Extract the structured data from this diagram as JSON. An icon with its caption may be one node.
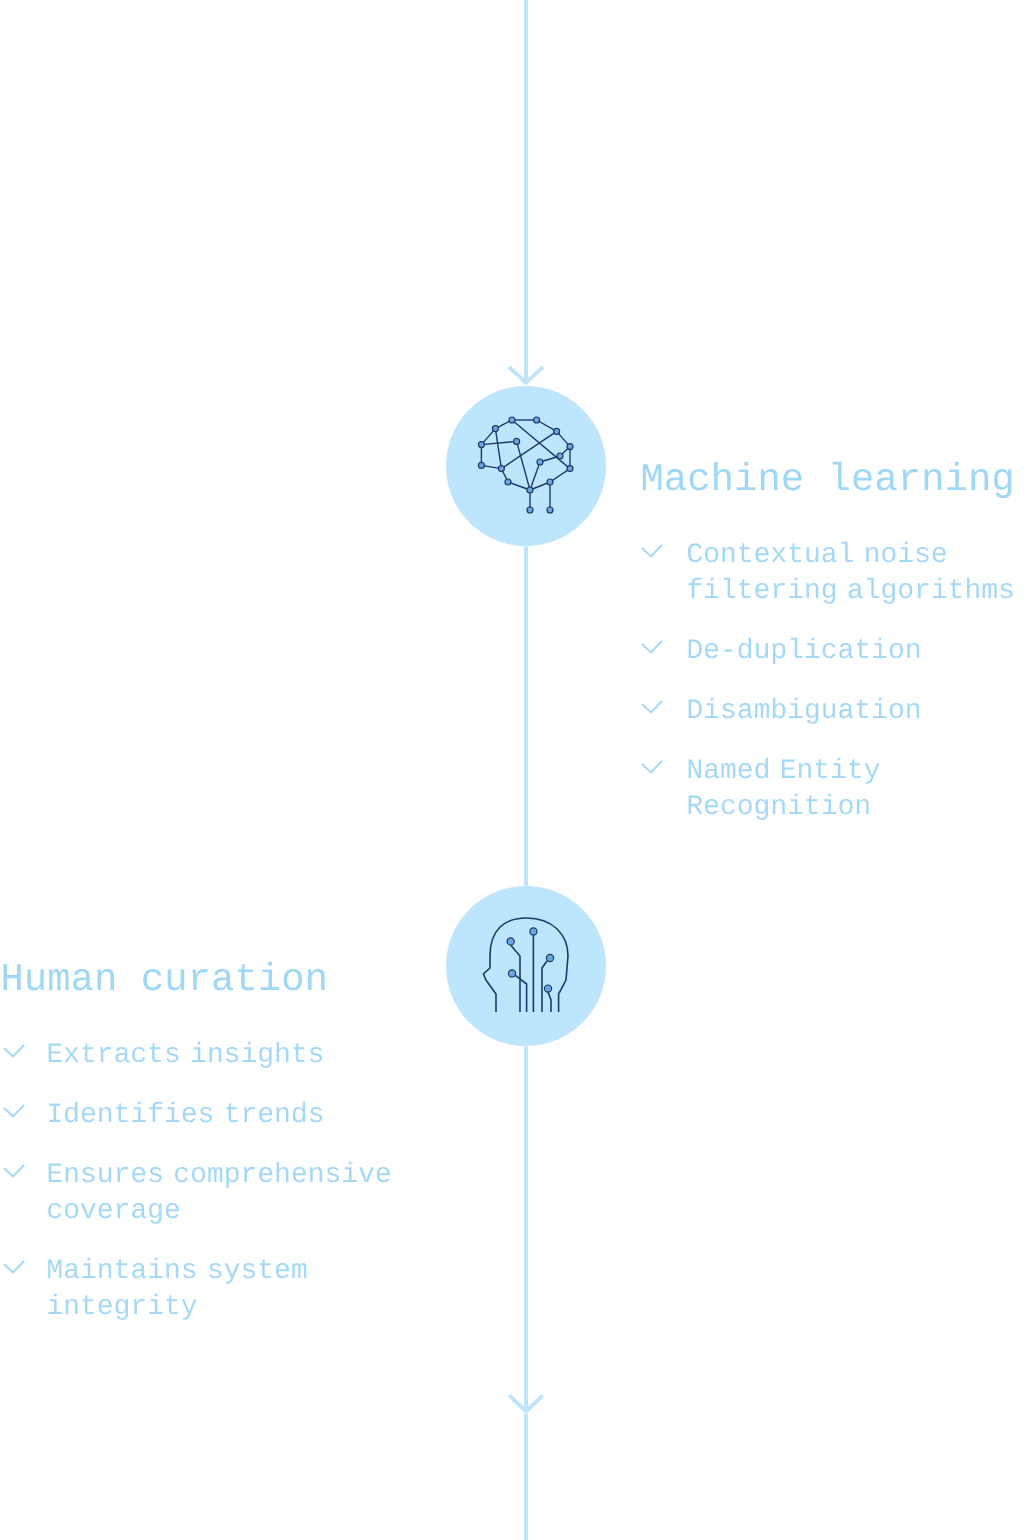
{
  "diagram": {
    "nodes": [
      {
        "text": [
          "Machine learning"
        ],
        "beside": [
          "Contextual noise filtering algorithms",
          "De-duplication",
          "Disambiguation",
          "Named Entity Recognition"
        ]
      },
      {
        "text": [
          "Human curation"
        ],
        "beside": [
          "Extracts insights",
          "Identifies trends",
          "Ensures comprehensive coverage",
          "Maintains system integrity"
        ]
      }
    ],
    "edges": [
      {
        "from": null,
        "to": 0,
        "arrow": "to"
      },
      {
        "from": 0,
        "to": 1,
        "arrow": "none"
      },
      {
        "from": 1,
        "to": null,
        "arrow": "to"
      }
    ]
  }
}
